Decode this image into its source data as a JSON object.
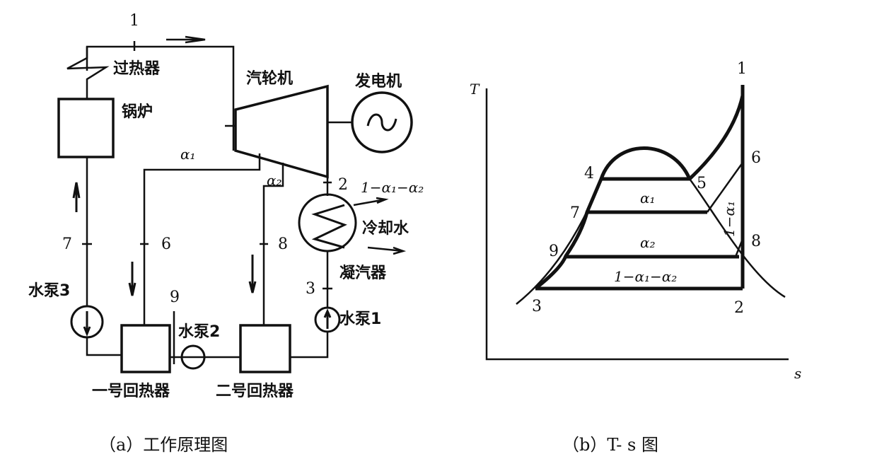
{
  "schematic": {
    "labels": {
      "superheater": "过热器",
      "boiler": "锅炉",
      "turbine": "汽轮机",
      "generator": "发电机",
      "cooling_water": "冷却水",
      "condenser": "凝汽器",
      "pump1": "水泵1",
      "pump2": "水泵2",
      "pump3": "水泵3",
      "heater1": "一号回热器",
      "heater2": "二号回热器",
      "alpha1": "α₁",
      "alpha2": "α₂",
      "exhaust_fraction": "1−α₁−α₂"
    },
    "points": {
      "p1": "1",
      "p2": "2",
      "p3": "3",
      "p6": "6",
      "p7": "7",
      "p8": "8",
      "p9": "9"
    },
    "caption": "（a）工作原理图"
  },
  "ts_diagram": {
    "y_axis": "T",
    "x_axis": "s",
    "points": {
      "p1": "1",
      "p2": "2",
      "p3": "3",
      "p4": "4",
      "p5": "5",
      "p6": "6",
      "p7": "7",
      "p8": "8",
      "p9": "9"
    },
    "areas": {
      "a1": "α₁",
      "a2": "α₂",
      "rest": "1−α₁−α₂",
      "side": "1−α₁"
    },
    "caption": "（b）T- s  图"
  }
}
